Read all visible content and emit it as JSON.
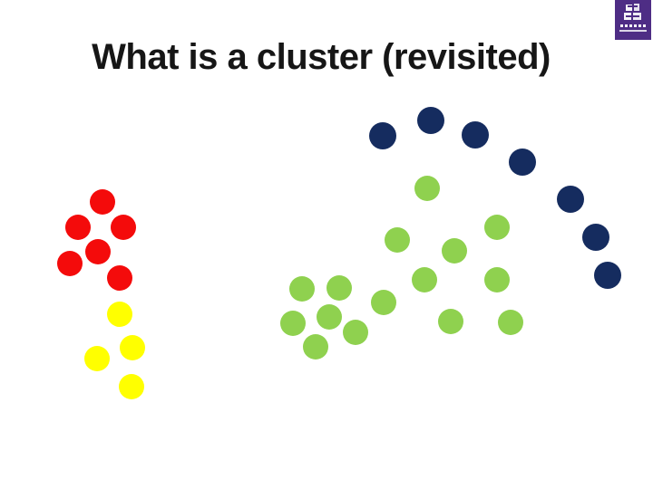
{
  "slide": {
    "title": "What is a cluster (revisited)",
    "title_color": "#161616",
    "background": "#ffffff"
  },
  "logo": {
    "name": "university-crest",
    "background": "#4E2D85",
    "glyph_color": "#ffffff"
  },
  "chart_data": {
    "type": "scatter",
    "title": "What is a cluster (revisited)",
    "axes_visible": false,
    "dot_radius_px": 14,
    "clusters": [
      {
        "name": "red",
        "color": "#F40B0B",
        "radius": 14,
        "points": [
          [
            113,
            223
          ],
          [
            86,
            251
          ],
          [
            136,
            251
          ],
          [
            108,
            278
          ],
          [
            77,
            291
          ],
          [
            132,
            307
          ]
        ]
      },
      {
        "name": "yellow",
        "color": "#FFFF00",
        "radius": 14,
        "points": [
          [
            132,
            347
          ],
          [
            146,
            384
          ],
          [
            107,
            396
          ],
          [
            145,
            427
          ]
        ]
      },
      {
        "name": "green",
        "color": "#8FD14F",
        "radius": 14,
        "points": [
          [
            471,
            208
          ],
          [
            548,
            251
          ],
          [
            438,
            265
          ],
          [
            501,
            277
          ],
          [
            374,
            318
          ],
          [
            333,
            319
          ],
          [
            468,
            309
          ],
          [
            548,
            309
          ],
          [
            423,
            334
          ],
          [
            363,
            350
          ],
          [
            323,
            357
          ],
          [
            392,
            367
          ],
          [
            497,
            355
          ],
          [
            563,
            356
          ],
          [
            348,
            383
          ]
        ]
      },
      {
        "name": "navy",
        "color": "#152C5F",
        "radius": 15,
        "points": [
          [
            422,
            150
          ],
          [
            475,
            133
          ],
          [
            524,
            149
          ],
          [
            576,
            179
          ],
          [
            629,
            220
          ],
          [
            657,
            262
          ],
          [
            670,
            304
          ]
        ]
      }
    ]
  }
}
